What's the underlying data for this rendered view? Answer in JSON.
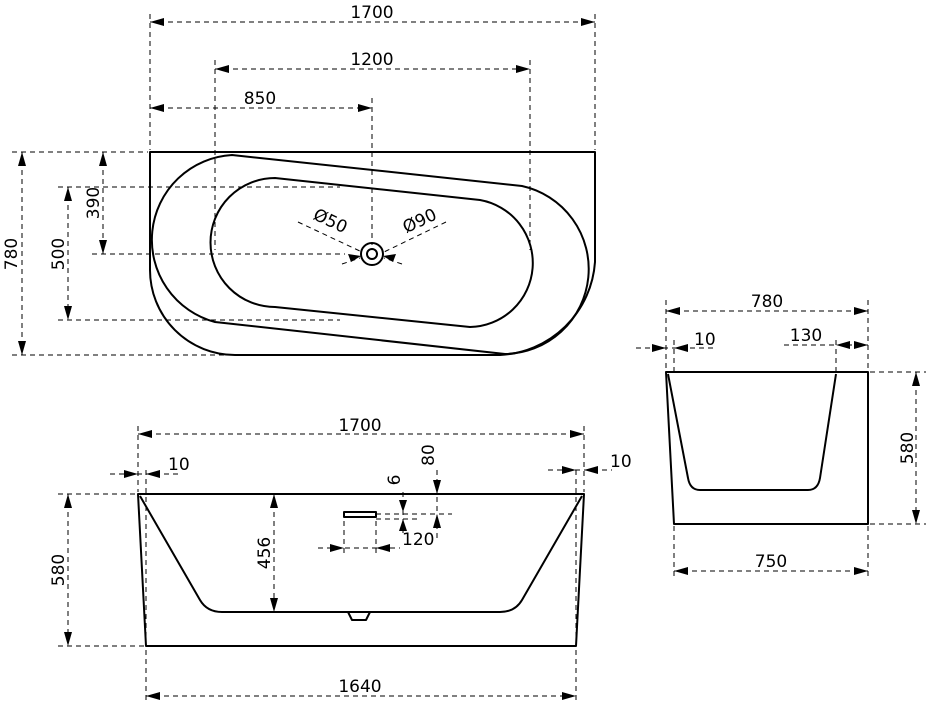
{
  "top_view": {
    "overall_length": "1700",
    "inner_length": "1200",
    "drain_position": "850",
    "overall_width": "780",
    "inner_width": "500",
    "drain_offset": "390",
    "drain_dia_small": "Ø50",
    "drain_dia_large": "Ø90"
  },
  "front_view": {
    "top_length": "1700",
    "bottom_length": "1640",
    "height": "580",
    "depth": "456",
    "edge_left": "10",
    "edge_right": "10",
    "overflow_top": "80",
    "overflow_thick": "6",
    "overflow_len": "120"
  },
  "side_view": {
    "top_width": "780",
    "bottom_width": "750",
    "height": "580",
    "left_edge": "10",
    "right_edge": "130"
  }
}
